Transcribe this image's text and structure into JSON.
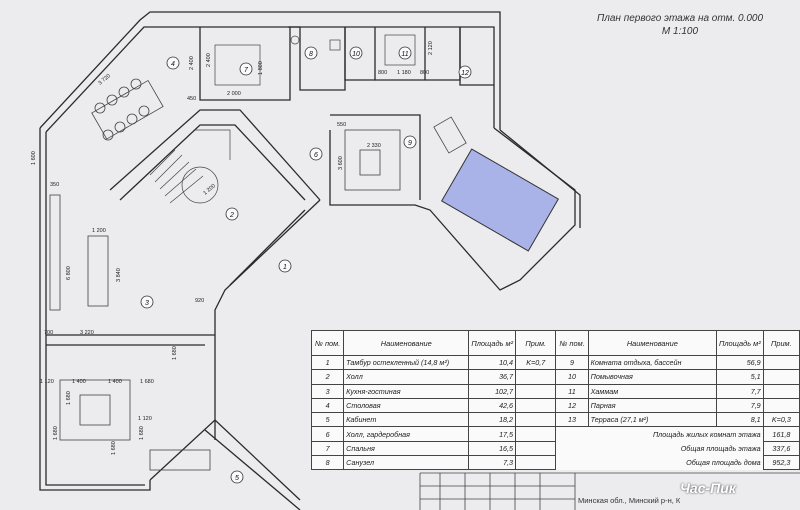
{
  "title": {
    "line1": "План первого этажа на отм. 0.000",
    "line2": "М 1:100"
  },
  "colors": {
    "pool": "#a9b3e8",
    "line": "#2b2b2b",
    "paper": "#ececee"
  },
  "room_labels": [
    "1",
    "2",
    "3",
    "4",
    "5",
    "6",
    "7",
    "8",
    "10",
    "11",
    "12",
    "9"
  ],
  "dimensions": [
    "3 720",
    "2 400",
    "2 400",
    "2 000",
    "1 800",
    "450",
    "1 600",
    "350",
    "1 200",
    "6 800",
    "3 840",
    "920",
    "3 220",
    "700",
    "1 680",
    "1 120",
    "1 400",
    "1 400",
    "1 680",
    "1 680",
    "1 120",
    "1 680",
    "1 680",
    "1 680",
    "2 330",
    "3 600",
    "550",
    "800",
    "1 180",
    "800",
    "2 120",
    "1 200"
  ],
  "table": {
    "headers": {
      "num": "№ пом.",
      "name": "Наименование",
      "area": "Площадь м²",
      "note": "Прим."
    },
    "left_rows": [
      {
        "num": "1",
        "name": "Тамбур остекленный (14,8 м²)",
        "area": "10,4",
        "note": "K=0,7"
      },
      {
        "num": "2",
        "name": "Холл",
        "area": "36,7",
        "note": ""
      },
      {
        "num": "3",
        "name": "Кухня-гостиная",
        "area": "102,7",
        "note": ""
      },
      {
        "num": "4",
        "name": "Столовая",
        "area": "42,6",
        "note": ""
      },
      {
        "num": "5",
        "name": "Кабинет",
        "area": "18,2",
        "note": ""
      },
      {
        "num": "6",
        "name": "Холл, гардеробная",
        "area": "17,5",
        "note": ""
      },
      {
        "num": "7",
        "name": "Спальня",
        "area": "16,5",
        "note": ""
      },
      {
        "num": "8",
        "name": "Санузел",
        "area": "7,3",
        "note": ""
      }
    ],
    "right_rows": [
      {
        "num": "9",
        "name": "Комната отдыха, бассейн",
        "area": "56,9",
        "note": ""
      },
      {
        "num": "10",
        "name": "Помывочная",
        "area": "5,1",
        "note": ""
      },
      {
        "num": "11",
        "name": "Хаммам",
        "area": "7,7",
        "note": ""
      },
      {
        "num": "12",
        "name": "Парная",
        "area": "7,9",
        "note": ""
      },
      {
        "num": "13",
        "name": "Терраса (27,1 м²)",
        "area": "8,1",
        "note": "K=0,3"
      }
    ],
    "summary": [
      {
        "label": "Площадь жилых комнат этажа",
        "value": "161,8"
      },
      {
        "label": "Общая площадь этажа",
        "value": "337,6"
      },
      {
        "label": "Общая площадь дома",
        "value": "952,3"
      }
    ]
  },
  "footer": {
    "address": "Минская обл., Минский р-н, К",
    "logo": "Час-Пик"
  }
}
